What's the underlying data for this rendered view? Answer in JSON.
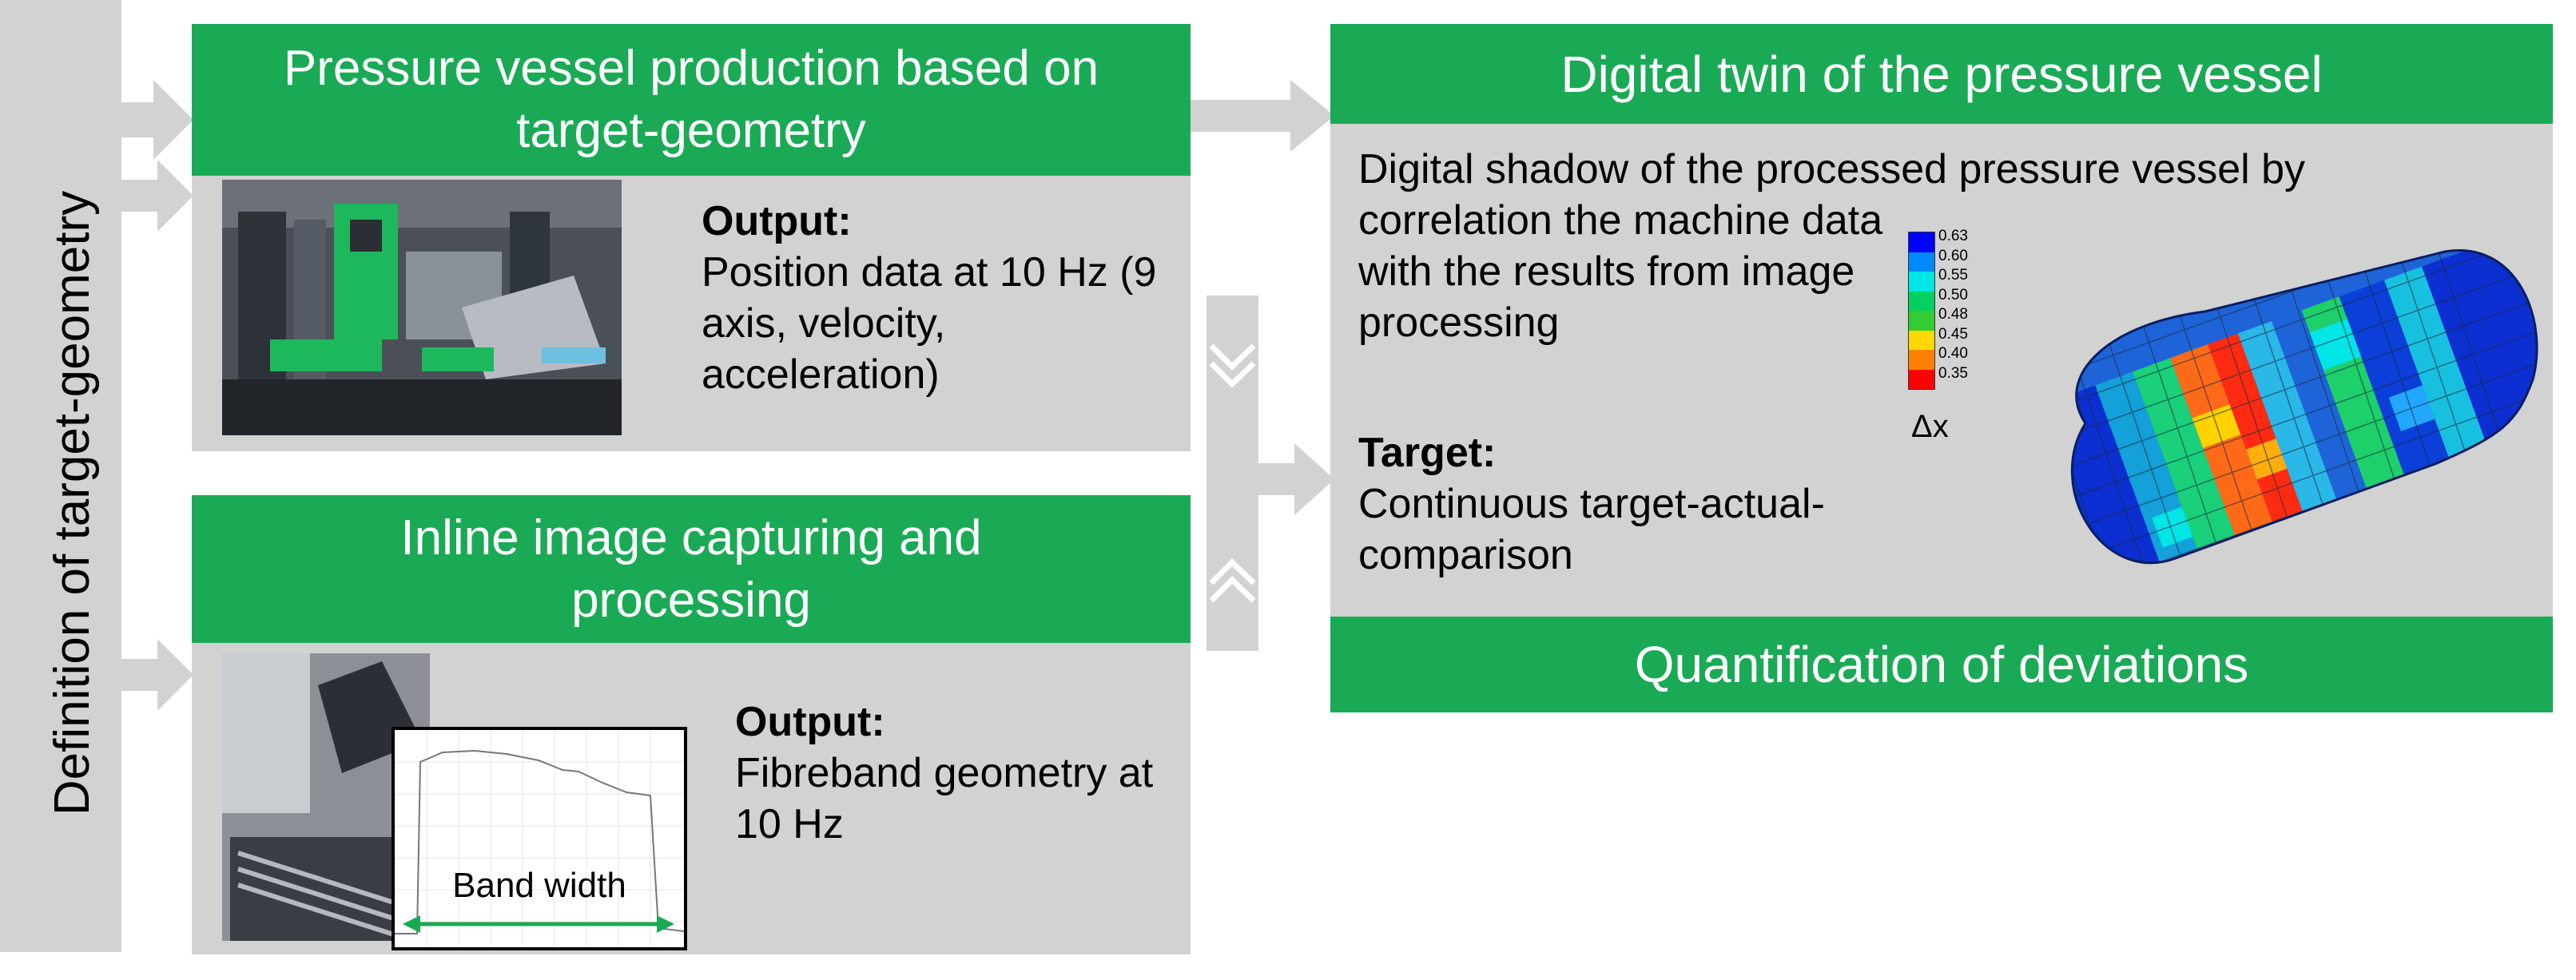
{
  "left_bar": {
    "label": "Definition of target-geometry"
  },
  "production": {
    "header": "Pressure vessel production based on target-geometry",
    "output_label": "Output:",
    "output_text": "Position data at 10 Hz (9 axis, velocity, acceleration)"
  },
  "imaging": {
    "header": "Inline image capturing and processing",
    "output_label": "Output:",
    "output_text": "Fibreband geometry at 10 Hz",
    "plot_label": "Band width"
  },
  "twin": {
    "header": "Digital twin of the pressure vessel",
    "description_line1": "Digital shadow of the processed pressure vessel by",
    "description_rest": "correlation the machine data with the results from image processing",
    "target_label": "Target:",
    "target_text": "Continuous target-actual-comparison",
    "footer": "Quantification of deviations"
  },
  "legend": {
    "title": "Δx",
    "ticks": [
      "0.63",
      "0.60",
      "0.55",
      "0.50",
      "0.48",
      "0.45",
      "0.40",
      "0.35"
    ],
    "colors": [
      "#0000ff",
      "#0088ff",
      "#00e5e5",
      "#00d060",
      "#33cc33",
      "#ffd800",
      "#ff8000",
      "#ff0000"
    ]
  }
}
